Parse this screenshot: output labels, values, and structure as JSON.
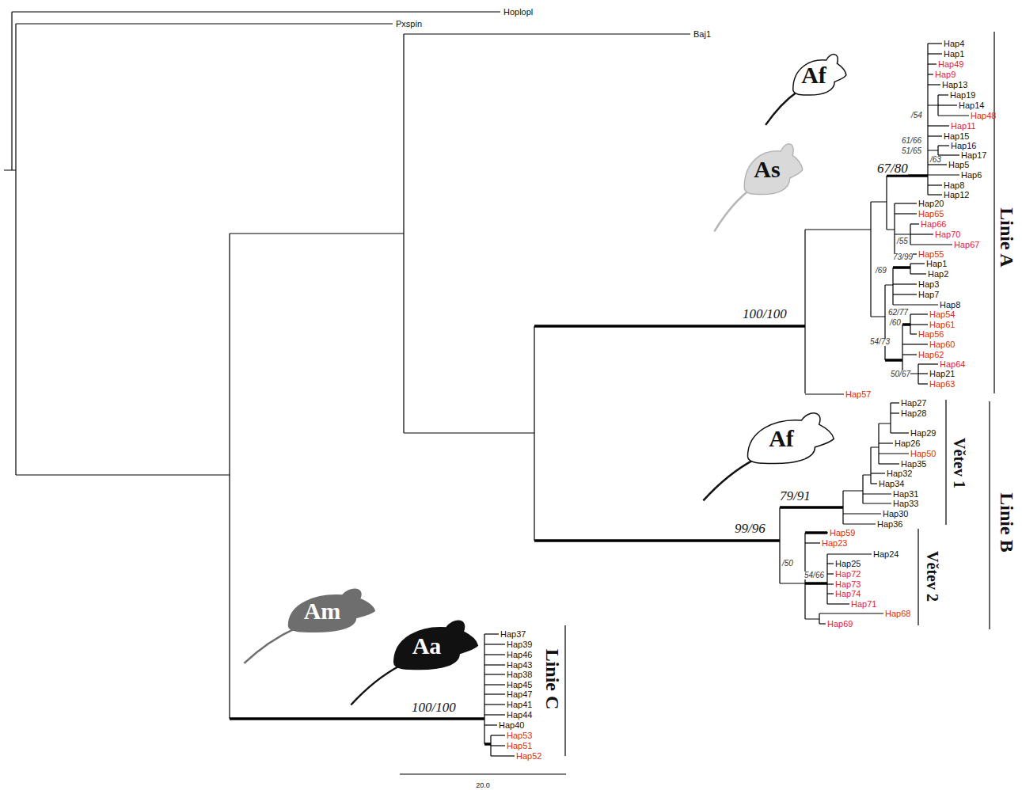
{
  "diagram": {
    "nodes": [
      {
        "text": [
          "Af"
        ]
      },
      {
        "text": [
          "As"
        ]
      },
      {
        "text": [
          "Af"
        ]
      },
      {
        "text": [
          "Am"
        ]
      },
      {
        "text": [
          "Aa"
        ]
      }
    ],
    "labels": [
      "Hoplopl",
      "Pxspin",
      "Baj1",
      "Hap4",
      "Hap1",
      "Hap49",
      "Hap9",
      "Hap13",
      "Hap19",
      "Hap14",
      "/54",
      "Hap48",
      "Hap11",
      "Hap15",
      "61/66",
      "Hap16",
      "51/65",
      "Hap17",
      "/63",
      "Hap5",
      "67/80",
      "Hap6",
      "Hap8",
      "Hap12",
      "Hap20",
      "Hap65",
      "Hap66",
      "Hap70",
      "/55",
      "Hap67",
      "Hap55",
      "73/99",
      "Hap1",
      "/69",
      "Hap2",
      "Hap3",
      "Hap7",
      "Hap8",
      "100/100",
      "62/77",
      "Hap54",
      "/60",
      "Hap61",
      "Hap56",
      "54/73",
      "Hap60",
      "Hap62",
      "Hap64",
      "50/67",
      "Hap21",
      "Hap63",
      "Hap57",
      "Hap27",
      "Hap28",
      "Hap29",
      "Hap26",
      "Hap50",
      "Hap35",
      "Hap32",
      "Hap34",
      "79/91",
      "Hap31",
      "Hap33",
      "Hap30",
      "Hap36",
      "99/96",
      "Hap59",
      "Hap23",
      "Hap24",
      "/50",
      "Hap25",
      "Hap72",
      "54/66",
      "Hap73",
      "Hap74",
      "Hap71",
      "Hap68",
      "Hap69",
      "Hap37",
      "Hap39",
      "Hap46",
      "Hap43",
      "Hap38",
      "Hap45",
      "Hap47",
      "Hap41",
      "100/100",
      "Hap44",
      "Hap40",
      "Hap53",
      "Hap51",
      "Hap52",
      "Linie A",
      "Větev 1",
      "Linie B",
      "Větev 2",
      "Linie C",
      "20.0"
    ]
  }
}
